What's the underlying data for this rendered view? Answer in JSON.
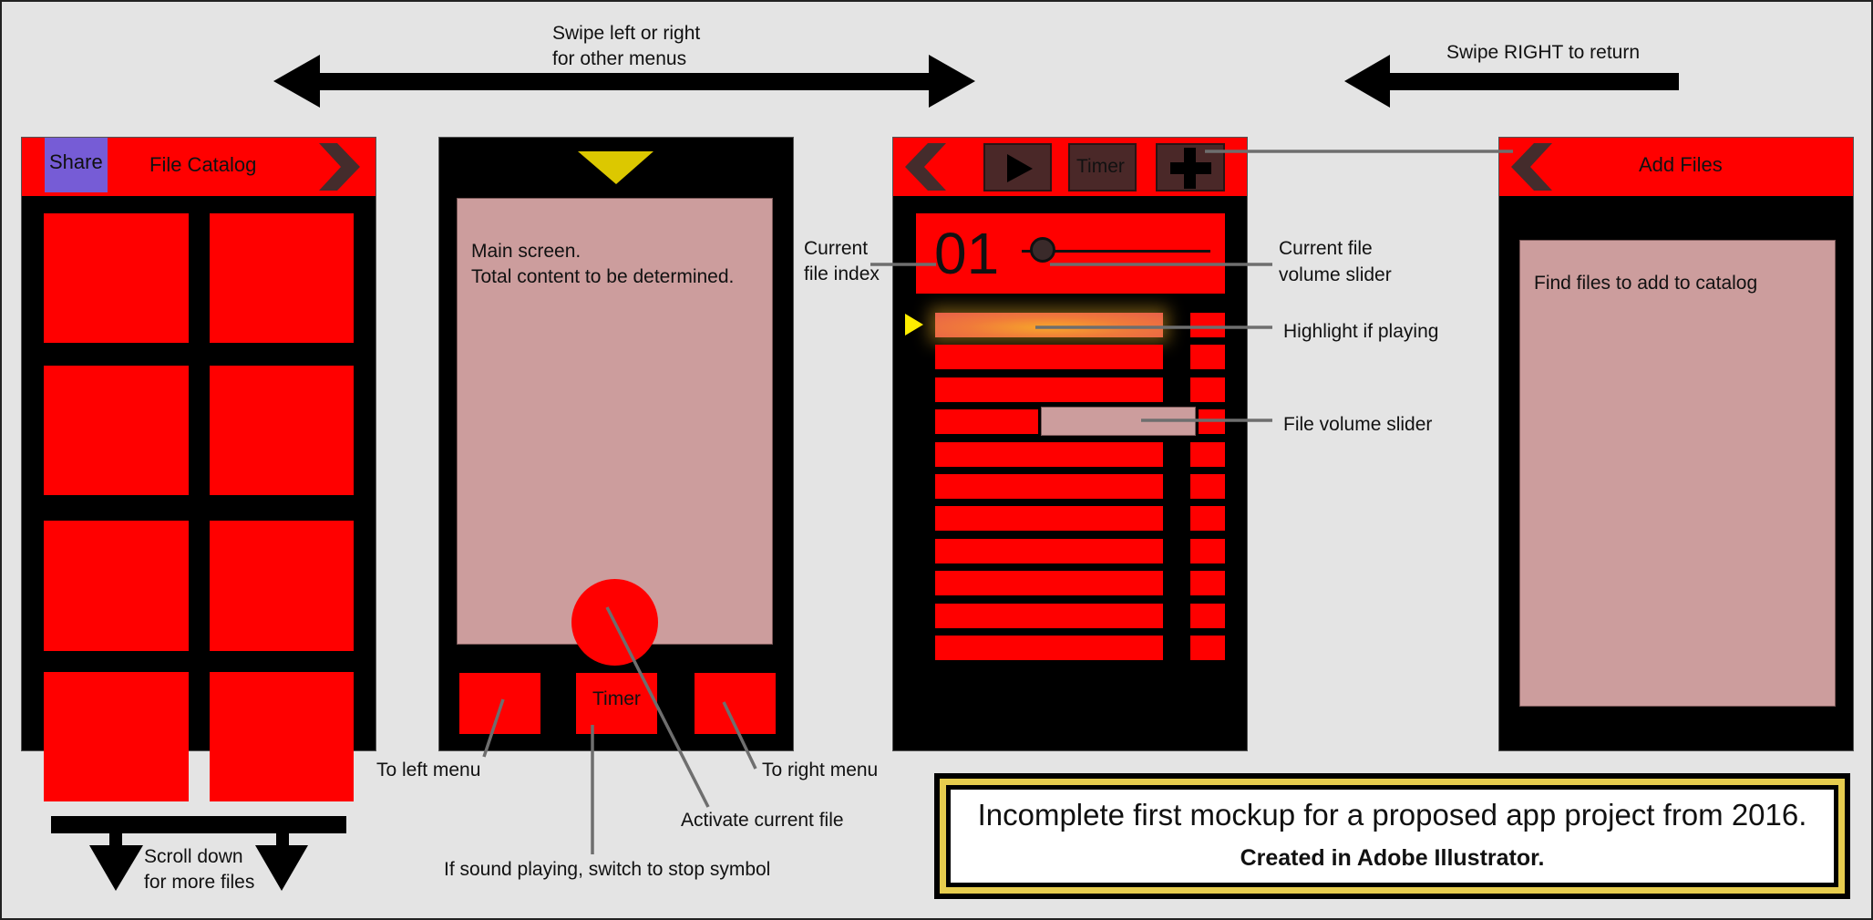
{
  "colors": {
    "background": "#e4e4e4",
    "primary_red": "#ff0000",
    "panel_black": "#000000",
    "content_pink": "#cc9d9d",
    "share_purple": "#765cd6",
    "dark_button": "#4a2828",
    "indicator_yellow": "#dcc800",
    "leader_gray": "#6e6e6e",
    "note_gold": "#e6cc4e"
  },
  "top_annotations": {
    "swipe_both": [
      "Swipe left or right",
      "for other menus"
    ],
    "swipe_return": "Swipe RIGHT to return"
  },
  "file_catalog_screen": {
    "share_button": "Share",
    "title": "File Catalog",
    "next_icon": "chevron-right-icon",
    "tile_count": 8,
    "scroll_hint": [
      "Scroll down",
      "for more files"
    ]
  },
  "main_screen": {
    "top_indicator_icon": "triangle-down-icon",
    "content_text": [
      "Main screen.",
      "Total content to be determined."
    ],
    "activate_button_icon": "circle-icon",
    "bottom_buttons": [
      {
        "label": ""
      },
      {
        "label": "Timer"
      },
      {
        "label": ""
      }
    ],
    "annotations": {
      "left": "To left menu",
      "right": "To right menu",
      "activate": "Activate current file",
      "timer": "If sound playing, switch to stop symbol"
    }
  },
  "player_screen": {
    "back_icon": "chevron-left-icon",
    "play_icon": "play-icon",
    "timer_label": "Timer",
    "add_icon": "plus-icon",
    "current_index": "01",
    "current_volume": 0.1,
    "playing_row": 1,
    "row_count": 11,
    "volume_slider_row": 4,
    "annotations": {
      "index": [
        "Current",
        "file index"
      ],
      "volume": [
        "Current file",
        "volume slider"
      ],
      "highlight": "Highlight if playing",
      "file_volume": "File volume slider"
    }
  },
  "add_files_screen": {
    "back_icon": "chevron-left-icon",
    "title": "Add Files",
    "content_text": "Find files to add to catalog"
  },
  "note": {
    "line1": "Incomplete first mockup for a proposed app project from 2016.",
    "line2": "Created in Adobe Illustrator."
  }
}
